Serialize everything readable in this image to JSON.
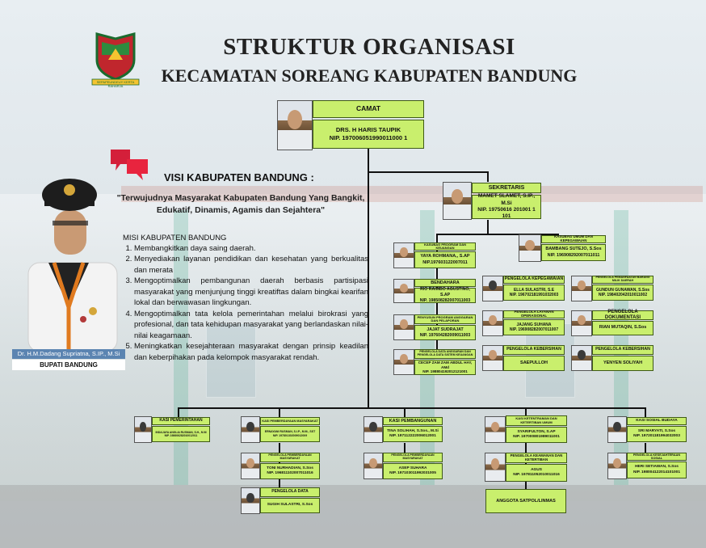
{
  "header": {
    "title": "STRUKTUR ORGANISASI",
    "subtitle": "KECAMATAN SOREANG KABUPATEN BANDUNG",
    "logo_caption": "SEPAPEUNDEUY KERTA RAHARJA"
  },
  "visi": {
    "heading": "VISI KABUPATEN BANDUNG :",
    "text": "\"Terwujudnya Masyarakat Kabupaten Bandung Yang Bangkit, Edukatif, Dinamis, Agamis dan Sejahtera\""
  },
  "misi": {
    "heading": "MISI KABUPATEN BANDUNG",
    "items": [
      "Membangkitkan daya saing daerah.",
      "Menyediakan layanan pendidikan dan kesehatan yang berkualitas dan merata",
      "Mengoptimalkan pembangunan daerah berbasis partisipasi masyarakat yang menjunjung tinggi kreatiftas dalam bingkai kearifan lokal dan berwawasan lingkungan.",
      "Mengoptimalkan tata kelola pemerintahan melalui birokrasi yang profesional, dan tata kehidupan masyarakat yang berlandaskan nilai-nilai keagamaan.",
      "Meningkatkan kesejahteraan masyarakat dengan prinsip keadilan dan keberpihakan pada kelompok masyarakat rendah."
    ]
  },
  "bupati": {
    "name": "Dr. H.M.Dadang Supriatna, S.IP., M.Si",
    "title": "BUPATI BANDUNG"
  },
  "camat": {
    "title": "CAMAT",
    "name": "DRS. H HARIS TAUPIK",
    "nip": "NIP. 197006051990011000 1"
  },
  "sekretaris": {
    "title": "SEKRETARIS",
    "name": "MAMET SLAMET, S.IP., M.Si",
    "nip": "NIP. 19750616 201001 1 101"
  },
  "left_col": [
    {
      "title": "KASUBAG PROGRAM DAN KEUANGAN",
      "name": "YAYA ROHMANA,, S.AP",
      "nip": "NIP.197603122007011"
    },
    {
      "title": "BENDAHARA",
      "name": "RIO RAIMBO AGUSTINO, S.AP",
      "nip": "NIP. 198508282007011003"
    },
    {
      "title": "PENYUSUN PROGRAM ANGGARAN DAN PELAPORAN",
      "name": "JAJAT SUDRAJAT",
      "nip": "NIP. 197604282009011003"
    },
    {
      "title": "PENGELOLA DATA ANGGARAN DAN PENGELOLA DATA SISTEM KEUANGAN",
      "name": "CECEP ZAM ZAM ABDUL HAY, AMd",
      "nip": "NIP. 198804192012121001"
    }
  ],
  "umum": {
    "title": "KASUBAG UMUM DAN KEPEGAWAIAN",
    "name": "BAMBANG SUTEJO, S.Sos",
    "nip": "NIP. 196908292007011011"
  },
  "umum_sub": [
    {
      "title": "PENGELOLA KEPEGAWAIAN",
      "name": "ELLA SULASTRI, S.E",
      "nip": "NIP. 196702181991032003"
    },
    {
      "title": "PENGELOLA PEMANFAATAN BARANG MILIK DAERAH",
      "name": "GUNDUN GUNAWAN, S.Sos",
      "nip": "NIP. 198402042010011002"
    },
    {
      "title": "PENGELOLA LAYANAN OPERASIONAL",
      "name": "JAJANG SUHANA",
      "nip": "NIP. 196908282007011007"
    },
    {
      "title": "PENGELOLA DOKUMENTASI",
      "name": "RIAN MUTAQIN, S.Sos",
      "nip": ""
    },
    {
      "title": "PENGELOLA KEBERSIHAN",
      "name": "SAEPULLOH",
      "nip": ""
    },
    {
      "title": "PENGELOLA KEBERSIHAN",
      "name": "YENYEN SOLIYAH",
      "nip": ""
    }
  ],
  "bottom": [
    {
      "title": "KASI PEMERINTAHAN",
      "name": "INDAJAYA ANGLIA RUSMAN, S.H., M.M",
      "nip": "NIP. 198606282010012011"
    },
    {
      "title": "KASI PEMBERDAYAAN MASYARAKAT",
      "name": "ERNAYANI RUSMAN, S.I.P., M.M., SST",
      "nip": "NIP. 197801302009012009"
    },
    {
      "title": "KASI PEMBANGUNAN",
      "name": "TINA SOLIHAH, S.Sos., M.Si",
      "nip": "NIP. 197112222006012001"
    },
    {
      "title": "KASI KETENTRAMAN DAN KETERTIBAN UMUM",
      "name": "SYARIFULTON, S.AP",
      "nip": "NIP. 197000801989011001"
    },
    {
      "title": "KASI SOSIAL BUDAYA",
      "name": "SRI MARYATI, S.Sos",
      "nip": "NIP. 197201181994032003"
    }
  ],
  "bottom_sub": [
    {
      "title": "PENGELOLA PEMBERDAYAAN MASYARAKAT",
      "name": "TONI NURHADIAN, S.Sos",
      "nip": "NIP. 196811102007011016"
    },
    {
      "title": "PENGELOLA DATA",
      "name": "SUGIH SULASTRI, S.Sos",
      "nip": ""
    },
    {
      "title": "PENGELOLA PEMBERDAYAAN MASYARAKAT",
      "name": "ASEP SUHARA",
      "nip": "NIP. 197103011992031005"
    },
    {
      "title": "PENGELOLA KEAMANAN DAN KETERTIBAN",
      "name": "AGUS",
      "nip": "NIP. 197811052010011016"
    },
    {
      "title": "ANGGOTA SATPOL/LINMAS",
      "name": "",
      "nip": ""
    },
    {
      "title": "PENGELOLA KESEJAHTERAAN SOSIAL",
      "name": "HERI SETIAWAN, S.Sos",
      "nip": "NIP. 198004122014101001"
    }
  ]
}
